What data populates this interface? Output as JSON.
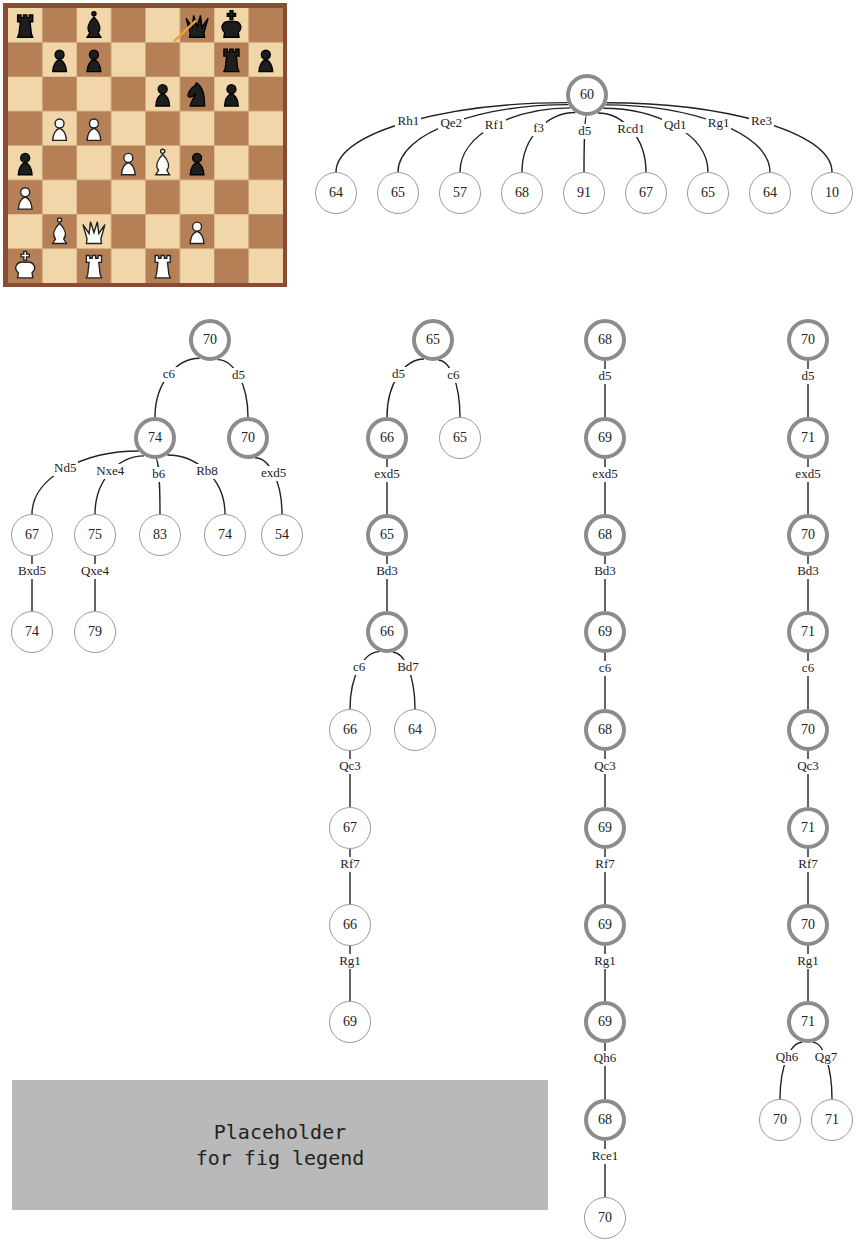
{
  "diagram": {
    "nodes": [
      {
        "text": [
          "60"
        ]
      },
      {
        "text": [
          "64"
        ]
      },
      {
        "text": [
          "65"
        ]
      },
      {
        "text": [
          "57"
        ]
      },
      {
        "text": [
          "68"
        ]
      },
      {
        "text": [
          "91"
        ]
      },
      {
        "text": [
          "67"
        ]
      },
      {
        "text": [
          "65"
        ]
      },
      {
        "text": [
          "64"
        ]
      },
      {
        "text": [
          "10"
        ]
      },
      {
        "text": [
          "70"
        ]
      },
      {
        "text": [
          "74"
        ]
      },
      {
        "text": [
          "70"
        ]
      },
      {
        "text": [
          "67"
        ]
      },
      {
        "text": [
          "75"
        ]
      },
      {
        "text": [
          "83"
        ]
      },
      {
        "text": [
          "74"
        ]
      },
      {
        "text": [
          "54"
        ]
      },
      {
        "text": [
          "74"
        ]
      },
      {
        "text": [
          "79"
        ]
      },
      {
        "text": [
          "65"
        ]
      },
      {
        "text": [
          "66"
        ]
      },
      {
        "text": [
          "65"
        ]
      },
      {
        "text": [
          "65"
        ]
      },
      {
        "text": [
          "66"
        ]
      },
      {
        "text": [
          "66"
        ]
      },
      {
        "text": [
          "64"
        ]
      },
      {
        "text": [
          "67"
        ]
      },
      {
        "text": [
          "66"
        ]
      },
      {
        "text": [
          "69"
        ]
      },
      {
        "text": [
          "68"
        ]
      },
      {
        "text": [
          "69"
        ]
      },
      {
        "text": [
          "68"
        ]
      },
      {
        "text": [
          "69"
        ]
      },
      {
        "text": [
          "68"
        ]
      },
      {
        "text": [
          "69"
        ]
      },
      {
        "text": [
          "69"
        ]
      },
      {
        "text": [
          "69"
        ]
      },
      {
        "text": [
          "68"
        ]
      },
      {
        "text": [
          "70"
        ]
      },
      {
        "text": [
          "70"
        ]
      },
      {
        "text": [
          "71"
        ]
      },
      {
        "text": [
          "70"
        ]
      },
      {
        "text": [
          "71"
        ]
      },
      {
        "text": [
          "70"
        ]
      },
      {
        "text": [
          "71"
        ]
      },
      {
        "text": [
          "70"
        ]
      },
      {
        "text": [
          "71"
        ]
      },
      {
        "text": [
          "70"
        ]
      },
      {
        "text": [
          "71"
        ]
      },
      {
        "text": [
          "Placeholder for fig legend"
        ]
      }
    ],
    "edges": [
      {
        "from": 0,
        "to": 1,
        "label": "Rh1",
        "arrow": "none"
      },
      {
        "from": 0,
        "to": 2,
        "label": "Qe2",
        "arrow": "none"
      },
      {
        "from": 0,
        "to": 3,
        "label": "Rf1",
        "arrow": "none"
      },
      {
        "from": 0,
        "to": 4,
        "label": "f3",
        "arrow": "none"
      },
      {
        "from": 0,
        "to": 5,
        "label": "d5",
        "arrow": "none"
      },
      {
        "from": 0,
        "to": 6,
        "label": "Rcd1",
        "arrow": "none"
      },
      {
        "from": 0,
        "to": 7,
        "label": "Qd1",
        "arrow": "none"
      },
      {
        "from": 0,
        "to": 8,
        "label": "Rg1",
        "arrow": "none"
      },
      {
        "from": 0,
        "to": 9,
        "label": "Re3",
        "arrow": "none"
      },
      {
        "from": 10,
        "to": 11,
        "label": "c6",
        "arrow": "none"
      },
      {
        "from": 10,
        "to": 12,
        "label": "d5",
        "arrow": "none"
      },
      {
        "from": 11,
        "to": 13,
        "label": "Nd5",
        "arrow": "none"
      },
      {
        "from": 11,
        "to": 14,
        "label": "Nxe4",
        "arrow": "none"
      },
      {
        "from": 11,
        "to": 15,
        "label": "b6",
        "arrow": "none"
      },
      {
        "from": 11,
        "to": 16,
        "label": "Rb8",
        "arrow": "none"
      },
      {
        "from": 12,
        "to": 17,
        "label": "exd5",
        "arrow": "none"
      },
      {
        "from": 13,
        "to": 18,
        "label": "Bxd5",
        "arrow": "none"
      },
      {
        "from": 14,
        "to": 19,
        "label": "Qxe4",
        "arrow": "none"
      },
      {
        "from": 20,
        "to": 21,
        "label": "d5",
        "arrow": "none"
      },
      {
        "from": 20,
        "to": 22,
        "label": "c6",
        "arrow": "none"
      },
      {
        "from": 21,
        "to": 23,
        "label": "exd5",
        "arrow": "none"
      },
      {
        "from": 23,
        "to": 24,
        "label": "Bd3",
        "arrow": "none"
      },
      {
        "from": 24,
        "to": 25,
        "label": "c6",
        "arrow": "none"
      },
      {
        "from": 24,
        "to": 26,
        "label": "Bd7",
        "arrow": "none"
      },
      {
        "from": 25,
        "to": 27,
        "label": "Qc3",
        "arrow": "none"
      },
      {
        "from": 27,
        "to": 28,
        "label": "Rf7",
        "arrow": "none"
      },
      {
        "from": 28,
        "to": 29,
        "label": "Rg1",
        "arrow": "none"
      },
      {
        "from": 30,
        "to": 31,
        "label": "d5",
        "arrow": "none"
      },
      {
        "from": 31,
        "to": 32,
        "label": "exd5",
        "arrow": "none"
      },
      {
        "from": 32,
        "to": 33,
        "label": "Bd3",
        "arrow": "none"
      },
      {
        "from": 33,
        "to": 34,
        "label": "c6",
        "arrow": "none"
      },
      {
        "from": 34,
        "to": 35,
        "label": "Qc3",
        "arrow": "none"
      },
      {
        "from": 35,
        "to": 36,
        "label": "Rf7",
        "arrow": "none"
      },
      {
        "from": 36,
        "to": 37,
        "label": "Rg1",
        "arrow": "none"
      },
      {
        "from": 37,
        "to": 38,
        "label": "Qh6",
        "arrow": "none"
      },
      {
        "from": 38,
        "to": 39,
        "label": "Rce1",
        "arrow": "none"
      },
      {
        "from": 40,
        "to": 41,
        "label": "d5",
        "arrow": "none"
      },
      {
        "from": 41,
        "to": 42,
        "label": "exd5",
        "arrow": "none"
      },
      {
        "from": 42,
        "to": 43,
        "label": "Bd3",
        "arrow": "none"
      },
      {
        "from": 43,
        "to": 44,
        "label": "c6",
        "arrow": "none"
      },
      {
        "from": 44,
        "to": 45,
        "label": "Qc3",
        "arrow": "none"
      },
      {
        "from": 45,
        "to": 46,
        "label": "Rf7",
        "arrow": "none"
      },
      {
        "from": 46,
        "to": 47,
        "label": "Rg1",
        "arrow": "none"
      },
      {
        "from": 47,
        "to": 48,
        "label": "Qh6",
        "arrow": "none"
      },
      {
        "from": 47,
        "to": 49,
        "label": "Qg7",
        "arrow": "none"
      }
    ]
  }
}
